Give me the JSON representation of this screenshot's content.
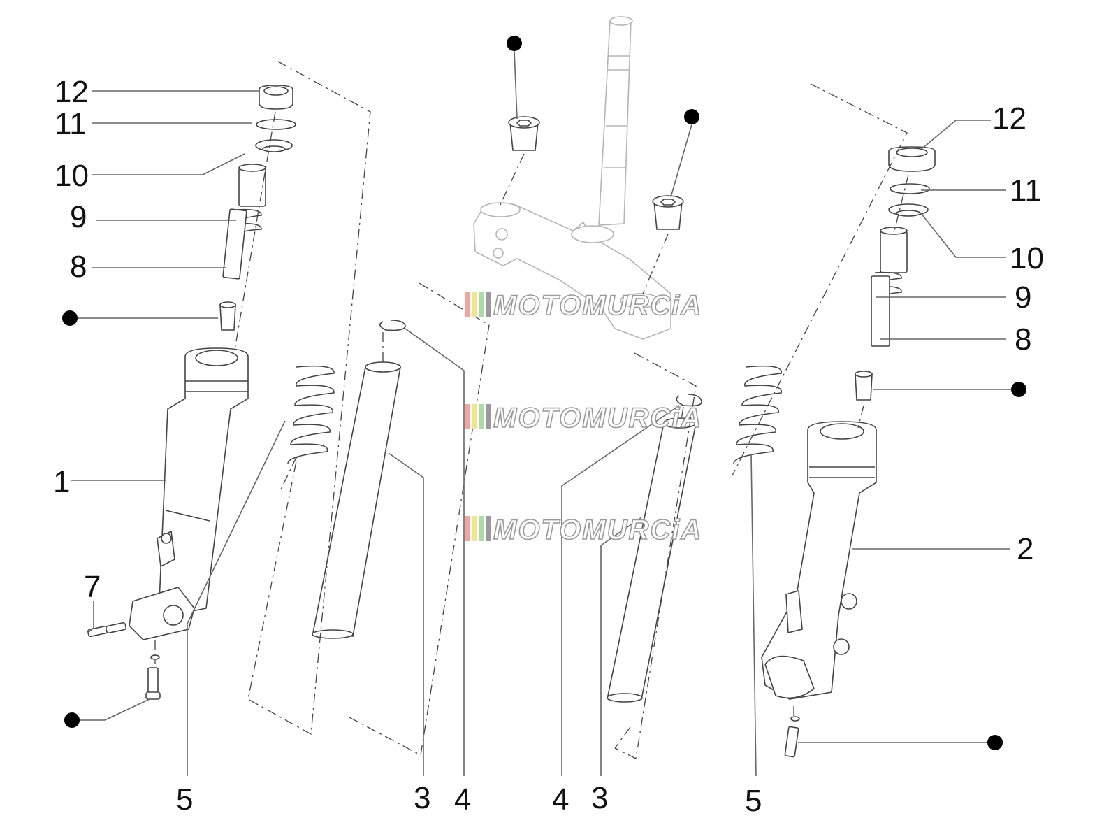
{
  "callouts": {
    "left_fork": {
      "p12": "12",
      "p11": "11",
      "p10": "10",
      "p9": "9",
      "p8": "8",
      "p1": "1",
      "p7": "7",
      "p5": "5"
    },
    "center": {
      "p3a": "3",
      "p4a": "4",
      "p4b": "4",
      "p3b": "3"
    },
    "right_fork": {
      "p12": "12",
      "p11": "11",
      "p10": "10",
      "p9": "9",
      "p8": "8",
      "p2": "2",
      "p5": "5"
    }
  },
  "watermark": {
    "text": "MOTOMURCiA",
    "stripe_colors": [
      "#f4a3a3",
      "#f2e48a",
      "#a8dca8",
      "#9a9a9a"
    ]
  },
  "colors": {
    "line": "#444444",
    "ghost": "#b5b5b5",
    "dot": "#000000"
  }
}
